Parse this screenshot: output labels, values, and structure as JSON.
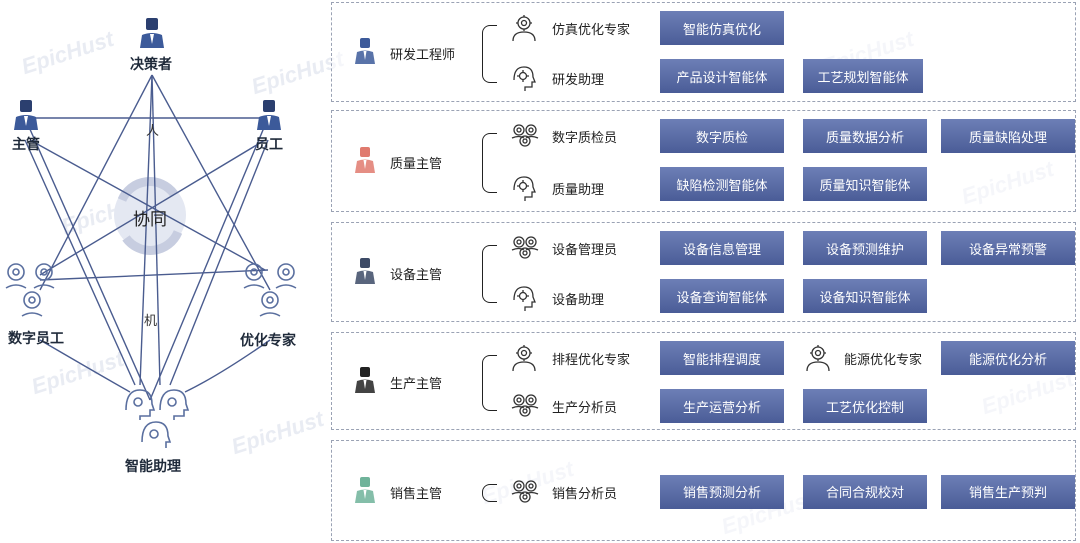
{
  "left": {
    "top_node": "决策者",
    "mid_left": "主管",
    "mid_right": "员工",
    "human_label": "人",
    "center_label": "协同",
    "machine_label": "机",
    "bottom_left": "数字员工",
    "bottom_right": "优化专家",
    "bottom_center": "智能助理"
  },
  "panels": [
    {
      "role": "研发工程师",
      "role_color": "#3c5a9a",
      "subs": [
        {
          "label": "仿真优化专家",
          "icon": "expert-icon"
        },
        {
          "label": "研发助理",
          "icon": "assistant-icon"
        }
      ],
      "row1": [
        "智能仿真优化"
      ],
      "row2": [
        "产品设计智能体",
        "工艺规划智能体"
      ]
    },
    {
      "role": "质量主管",
      "role_color": "#e07a6e",
      "subs": [
        {
          "label": "数字质检员",
          "icon": "digital-worker-icon"
        },
        {
          "label": "质量助理",
          "icon": "assistant-icon"
        }
      ],
      "row1": [
        "数字质检",
        "质量数据分析",
        "质量缺陷处理"
      ],
      "row2": [
        "缺陷检测智能体",
        "质量知识智能体"
      ]
    },
    {
      "role": "设备主管",
      "role_color": "#3c4a66",
      "subs": [
        {
          "label": "设备管理员",
          "icon": "digital-worker-icon"
        },
        {
          "label": "设备助理",
          "icon": "assistant-icon"
        }
      ],
      "row1": [
        "设备信息管理",
        "设备预测维护",
        "设备异常预警"
      ],
      "row2": [
        "设备查询智能体",
        "设备知识智能体"
      ]
    },
    {
      "role": "生产主管",
      "role_color": "#222222",
      "subs": [
        {
          "label": "排程优化专家",
          "icon": "expert-icon"
        },
        {
          "label": "生产分析员",
          "icon": "digital-worker-icon"
        }
      ],
      "extra_sub": "能源优化专家",
      "row1": [
        "智能排程调度",
        "能源优化分析"
      ],
      "row2": [
        "生产运营分析",
        "工艺优化控制"
      ]
    },
    {
      "role": "销售主管",
      "role_color": "#6fb39a",
      "subs": [
        {
          "label": "销售分析员",
          "icon": "digital-worker-icon"
        }
      ],
      "row1": [
        "销售预测分析",
        "合同合规校对",
        "销售生产预判"
      ]
    }
  ],
  "watermark": "EpicHust",
  "colors": {
    "button": "#5668a4",
    "line": "#4a5c8f"
  }
}
